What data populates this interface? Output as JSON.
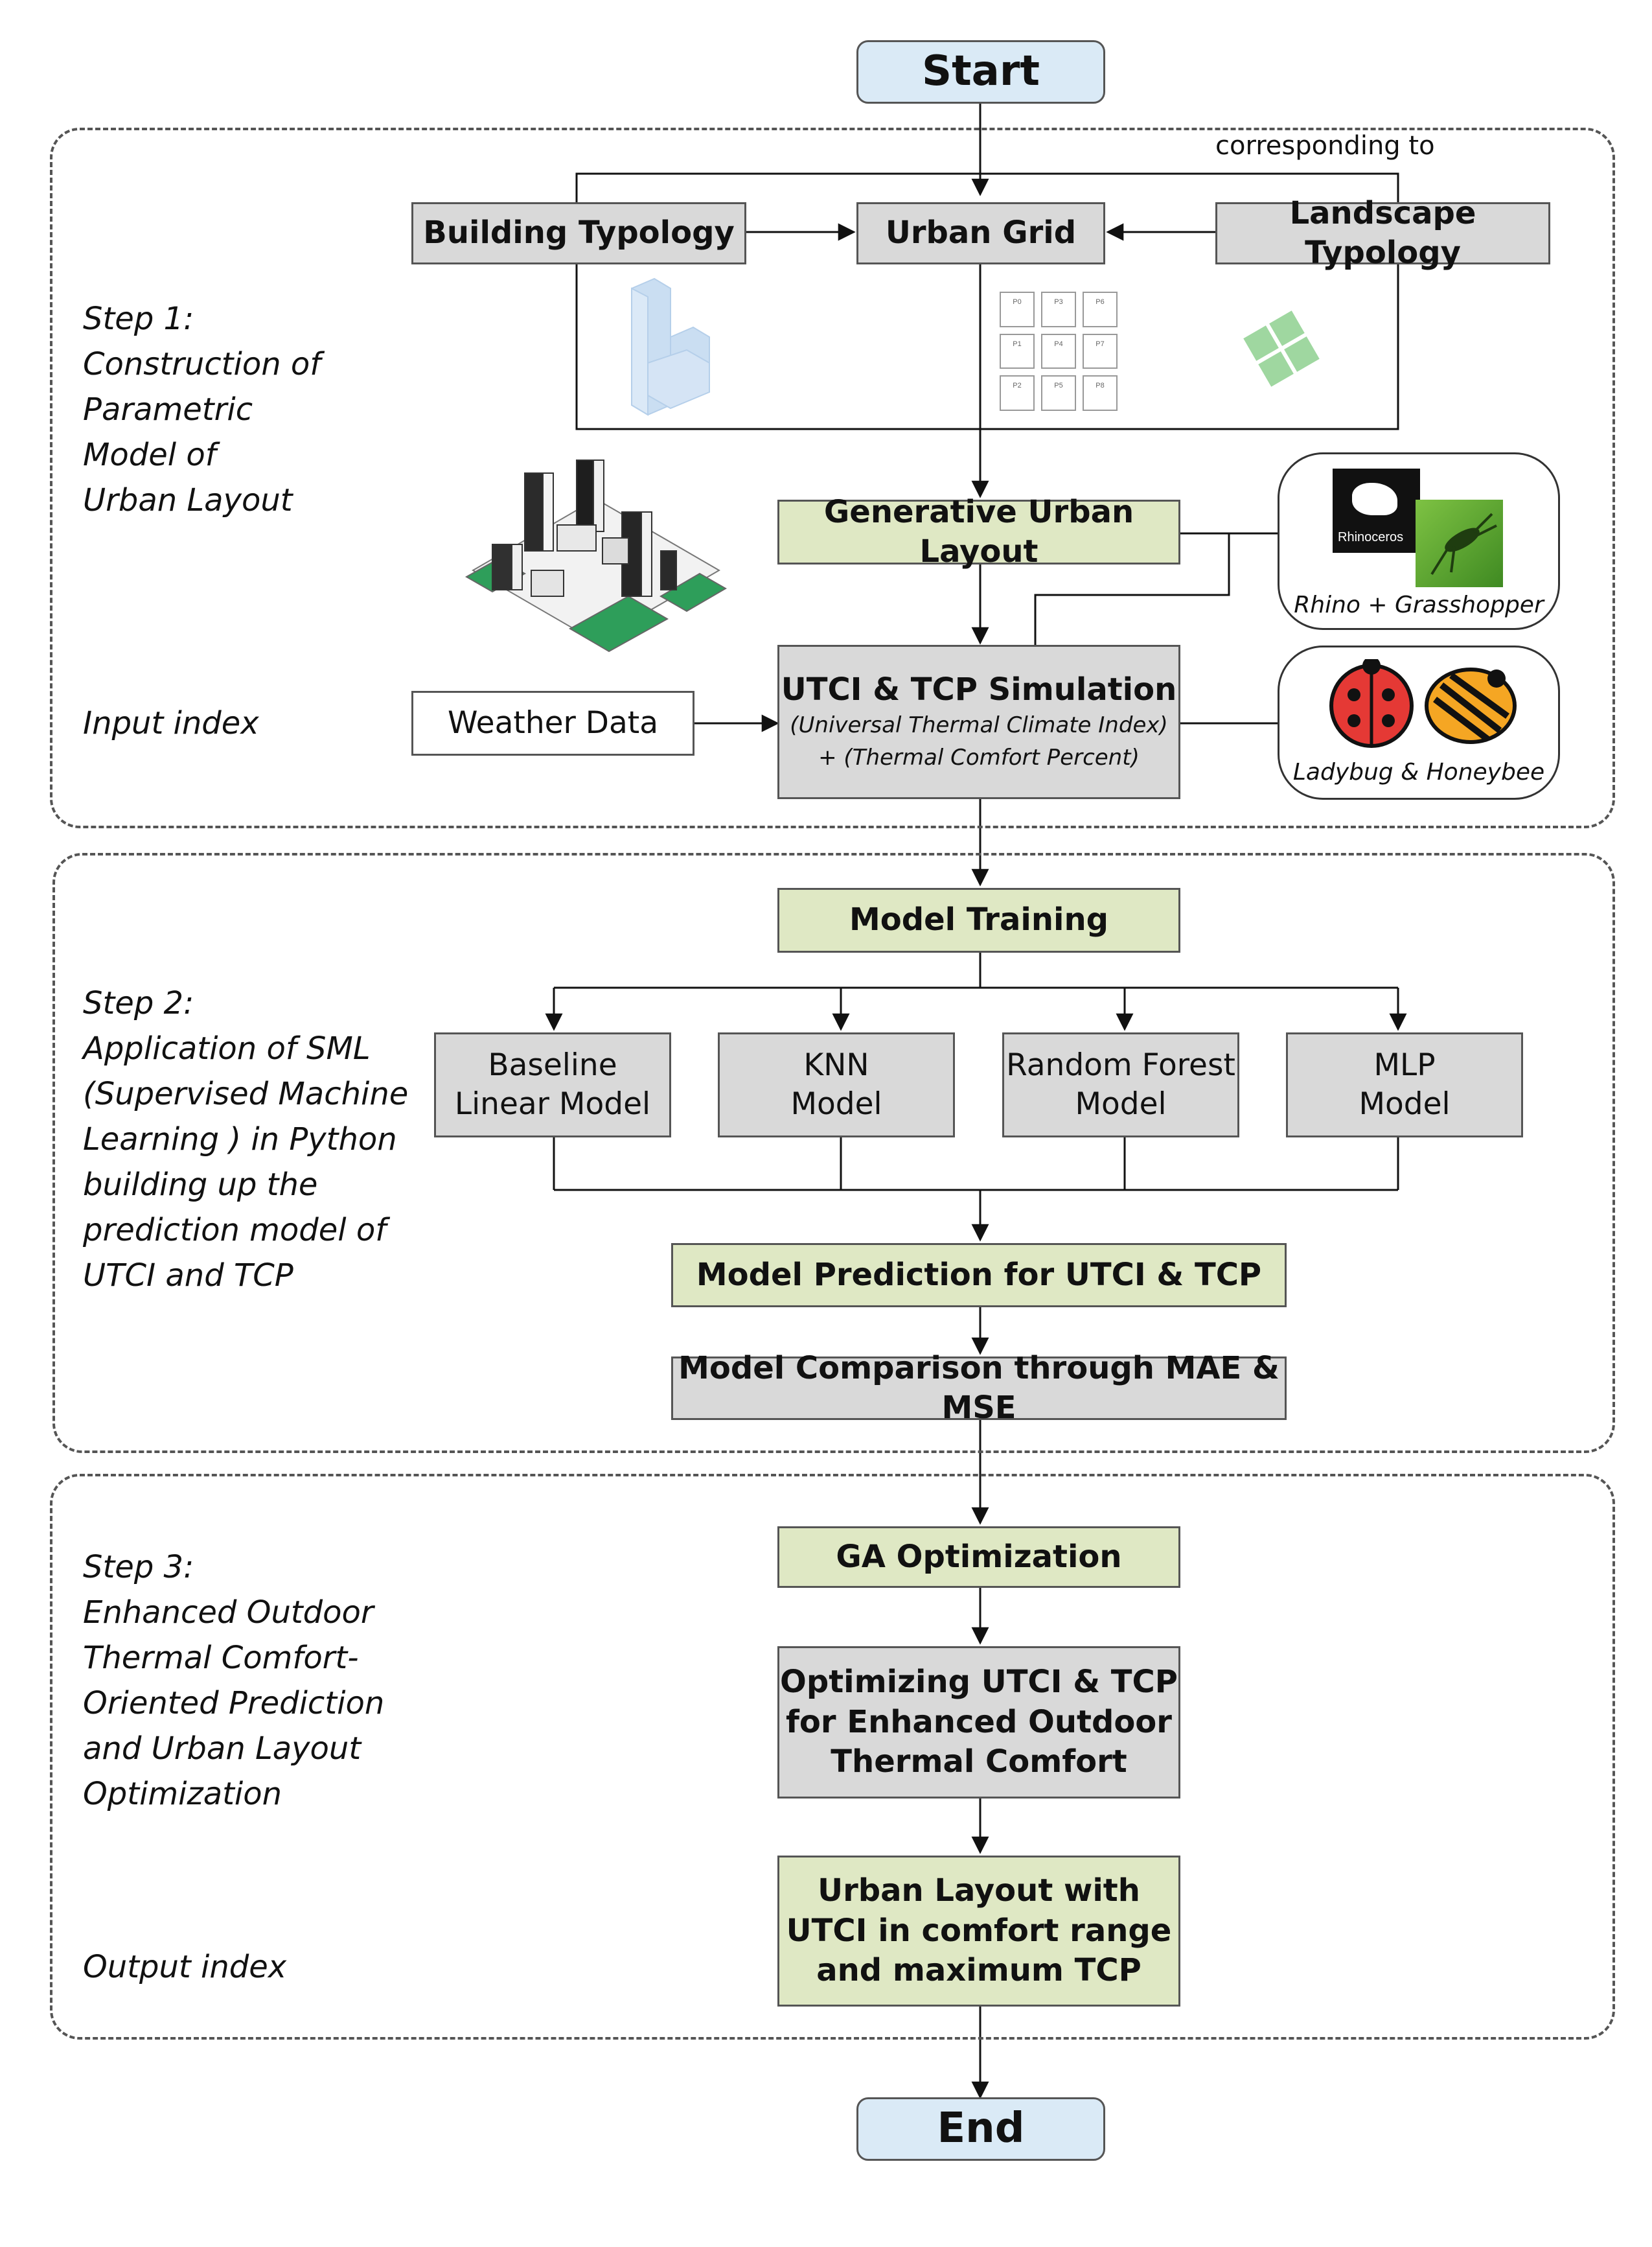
{
  "start": "Start",
  "end": "End",
  "annotation": "corresponding to",
  "steps": {
    "step1_title": "Step 1:",
    "step1_lines": [
      "Construction of",
      "Parametric",
      "Model of",
      "Urban Layout"
    ],
    "input_index": "Input index",
    "step2_title": "Step 2:",
    "step2_lines": [
      "Application of  SML",
      "(Supervised Machine",
      "Learning ) in Python",
      "building up the",
      "prediction model of",
      "UTCI and TCP"
    ],
    "step3_title": "Step 3:",
    "step3_lines": [
      "Enhanced Outdoor",
      "Thermal Comfort-",
      "Oriented Prediction",
      "and Urban Layout",
      "Optimization"
    ],
    "output_index": "Output index"
  },
  "nodes": {
    "building_typology": "Building Typology",
    "urban_grid": "Urban Grid",
    "landscape_typology": "Landscape Typology",
    "generative_layout": "Generative Urban Layout",
    "weather_data": "Weather Data",
    "simulation_title": "UTCI & TCP Simulation",
    "simulation_sub1": "(Universal Thermal Climate Index)",
    "simulation_sub2": "+ (Thermal Comfort Percent)",
    "model_training": "Model Training",
    "baseline": [
      "Baseline",
      "Linear Model"
    ],
    "knn": [
      "KNN",
      "Model"
    ],
    "random_forest": [
      "Random Forest",
      "Model"
    ],
    "mlp": [
      "MLP",
      "Model"
    ],
    "model_prediction": "Model Prediction for UTCI & TCP",
    "model_comparison": "Model Comparison through MAE & MSE",
    "ga_optimization": "GA Optimization",
    "optimizing": [
      "Optimizing UTCI & TCP",
      "for Enhanced Outdoor",
      "Thermal Comfort"
    ],
    "result": [
      "Urban Layout with",
      "UTCI in comfort range",
      "and maximum TCP"
    ]
  },
  "grid_cells": [
    "P0",
    "P3",
    "P6",
    "P1",
    "P4",
    "P7",
    "P2",
    "P5",
    "P8"
  ],
  "tools": {
    "rhino_label": "Rhino + Grasshopper",
    "rhino_logo_text": "Rhinoceros",
    "ladybug_label": "Ladybug & Honeybee"
  },
  "colors": {
    "terminal": "#daeaf6",
    "process_gray": "#d9d9d9",
    "process_green": "#dfe8c4",
    "grass": "#4caf50",
    "ladybug": "#e53935",
    "honeybee": "#f5a623"
  }
}
